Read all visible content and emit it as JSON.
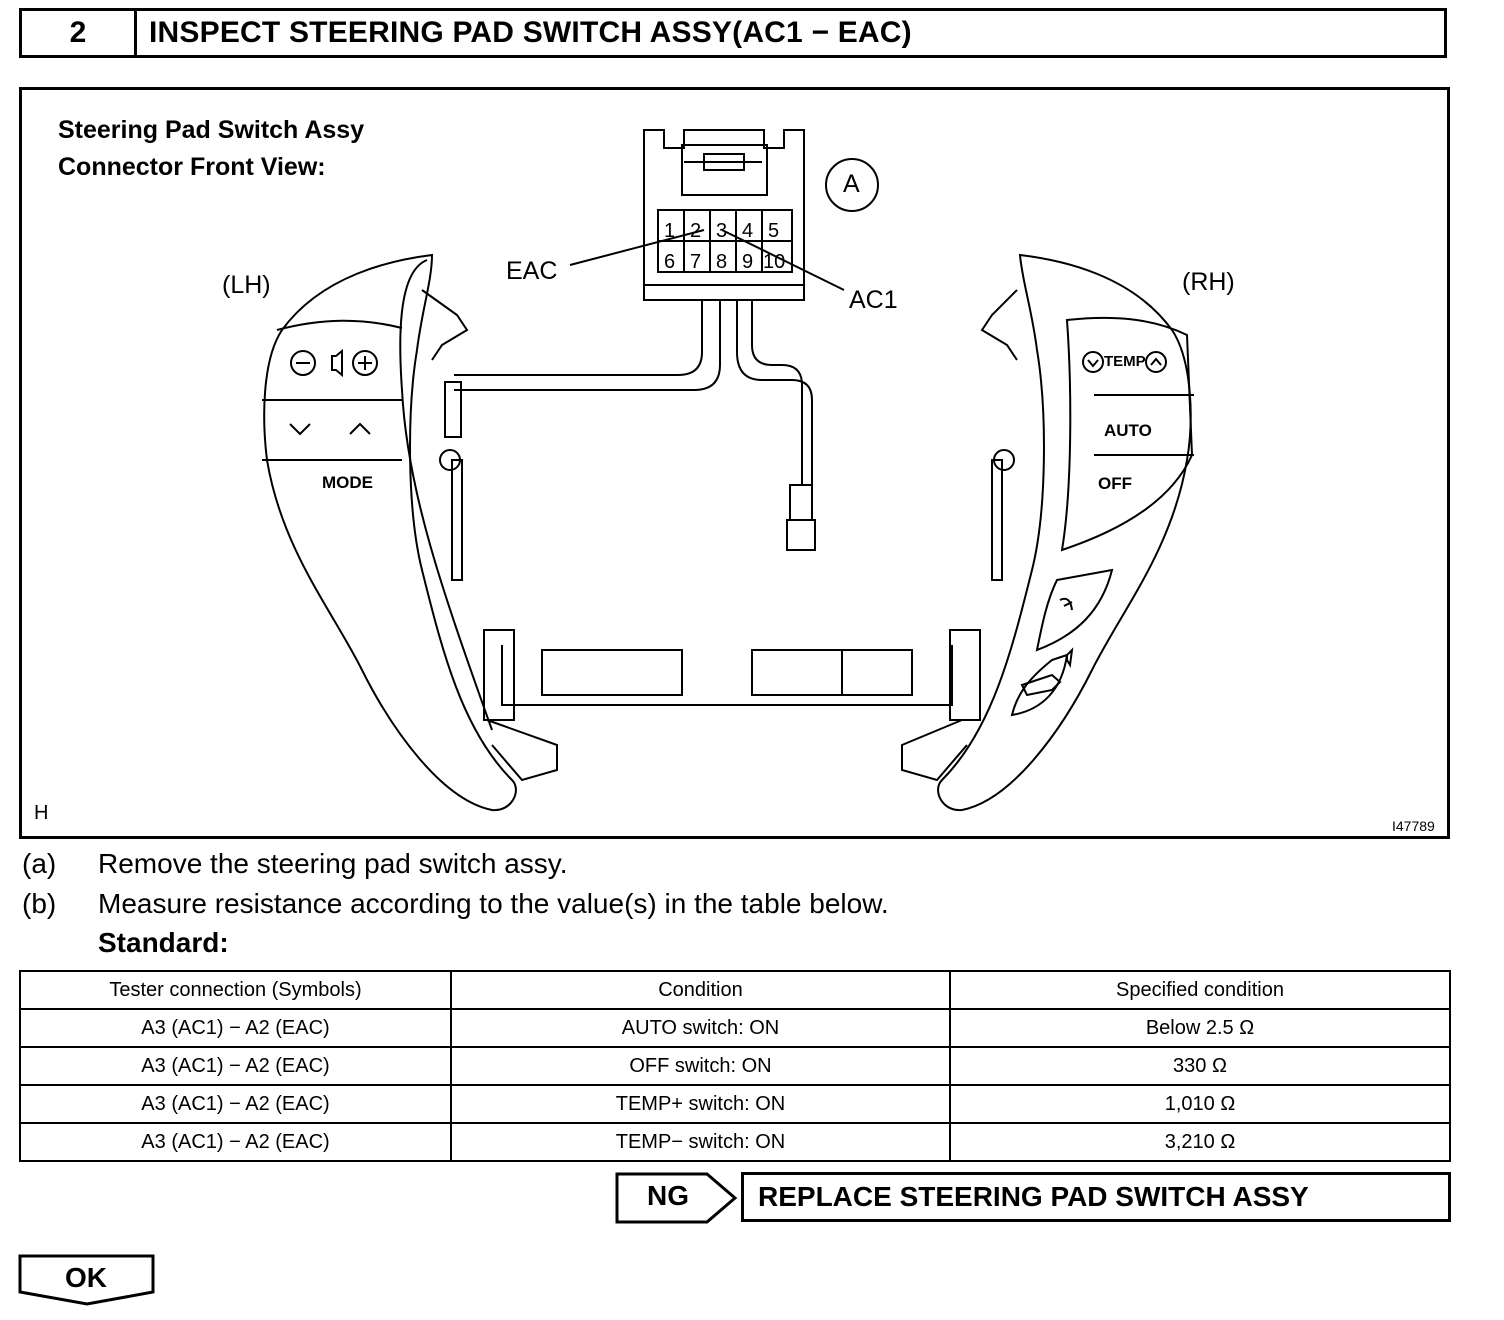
{
  "header": {
    "step_number": "2",
    "title": "INSPECT STEERING PAD SWITCH ASSY(AC1 − EAC)"
  },
  "figure": {
    "caption_line1": "Steering Pad Switch Assy",
    "caption_line2": "Connector Front View:",
    "connector_letter": "A",
    "pins_top": [
      "1",
      "2",
      "3",
      "4",
      "5"
    ],
    "pins_bottom": [
      "6",
      "7",
      "8",
      "9",
      "10"
    ],
    "label_eac": "EAC",
    "label_ac1": "AC1",
    "label_lh": "(LH)",
    "label_rh": "(RH)",
    "lh_mode": "MODE",
    "rh_temp": "TEMP",
    "rh_auto": "AUTO",
    "rh_off": "OFF",
    "corner_h": "H",
    "figure_id": "I47789"
  },
  "steps": [
    {
      "mark": "(a)",
      "text": "Remove the steering pad switch assy."
    },
    {
      "mark": "(b)",
      "text": "Measure resistance according to the value(s) in the table below."
    }
  ],
  "standard_label": "Standard:",
  "table": {
    "headers": [
      "Tester connection (Symbols)",
      "Condition",
      "Specified condition"
    ],
    "rows": [
      [
        "A3 (AC1) − A2 (EAC)",
        "AUTO switch: ON",
        "Below 2.5 Ω"
      ],
      [
        "A3 (AC1) − A2 (EAC)",
        "OFF switch: ON",
        "330 Ω"
      ],
      [
        "A3 (AC1) − A2 (EAC)",
        "TEMP+ switch: ON",
        "1,010 Ω"
      ],
      [
        "A3 (AC1) − A2 (EAC)",
        "TEMP− switch: ON",
        "3,210 Ω"
      ]
    ]
  },
  "ng": {
    "label": "NG",
    "action": "REPLACE STEERING PAD SWITCH ASSY"
  },
  "ok": {
    "label": "OK"
  }
}
